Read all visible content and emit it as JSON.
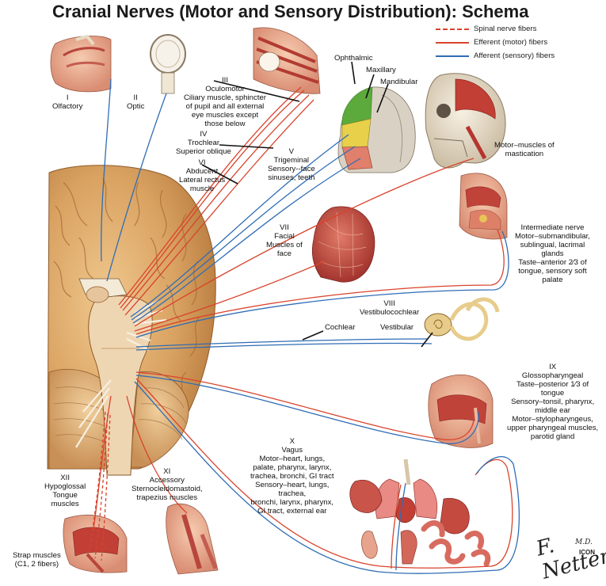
{
  "title": "Cranial Nerves (Motor and Sensory Distribution): Schema",
  "legend": {
    "spinal": "Spinal nerve fibers",
    "efferent": "Efferent (motor) fibers",
    "afferent": "Afferent (sensory) fibers"
  },
  "labels": {
    "olfactory": [
      "I",
      "Olfactory"
    ],
    "optic": [
      "II",
      "Optic"
    ],
    "oculomotor": [
      "III",
      "Oculomotor",
      "Ciliary muscle, sphincter",
      "of pupil and all external",
      "eye muscles  except",
      "those below"
    ],
    "trochlear": [
      "IV",
      "Trochlear",
      "Superior oblique"
    ],
    "abducent": [
      "VI",
      "Abducent",
      "Lateral rectus",
      "muscle"
    ],
    "trigeminal": [
      "V",
      "Trigeminal",
      "Sensory--face",
      "sinuses, teeth"
    ],
    "ophthalmic": "Ophthalmic",
    "maxillary": "Maxillary",
    "mandibular": "Mandibular",
    "mastication": [
      "Motor–muscles of",
      "mastication"
    ],
    "intermediate": [
      "Intermediate nerve",
      "Motor–submandibular,",
      "sublingual, lacrimal",
      "glands",
      "Taste–anterior 2∕3 of",
      "tongue, sensory soft",
      "palate"
    ],
    "facial": [
      "VII",
      "Facial",
      "Muscles of",
      "face"
    ],
    "vestibulocochlear": [
      "VIII",
      "Vestibulocochlear"
    ],
    "cochlear": "Cochlear",
    "vestibular": "Vestibular",
    "glossopharyngeal": [
      "IX",
      "Glossopharyngeal",
      "Taste–posterior 1∕3 of",
      "tongue",
      "Sensory–tonsil, pharynx,",
      "middle ear",
      "Motor–stylopharyngeus,",
      "upper pharyngeal muscles,",
      "parotid gland"
    ],
    "vagus": [
      "X",
      "Vagus",
      "Motor–heart, lungs,",
      "palate, pharynx, larynx,",
      "trachea, bronchi, GI tract",
      "Sensory–heart, lungs,",
      "trachea,",
      "bronchi, larynx, pharynx,",
      "GI tract, external ear"
    ],
    "hypoglossal": [
      "XII",
      "Hypoglossal",
      "Tongue",
      "muscles"
    ],
    "accessory": [
      "XI",
      "Accessory",
      "Sternocleidomastoid,",
      "trapezius muscles"
    ],
    "strap": [
      "Strap muscles",
      "(C1, 2  fibers)"
    ]
  },
  "signature": {
    "name": "F. Netter",
    "suffix": "M.D.",
    "mark": "ICON"
  },
  "colors": {
    "efferent": "#d9432c",
    "afferent": "#2f6db5",
    "brain": "#d9a66b",
    "brainstem": "#e8c9a0",
    "muscle": "#c8524a",
    "skin": "#f0c4a8",
    "bone": "#efe6d6"
  }
}
